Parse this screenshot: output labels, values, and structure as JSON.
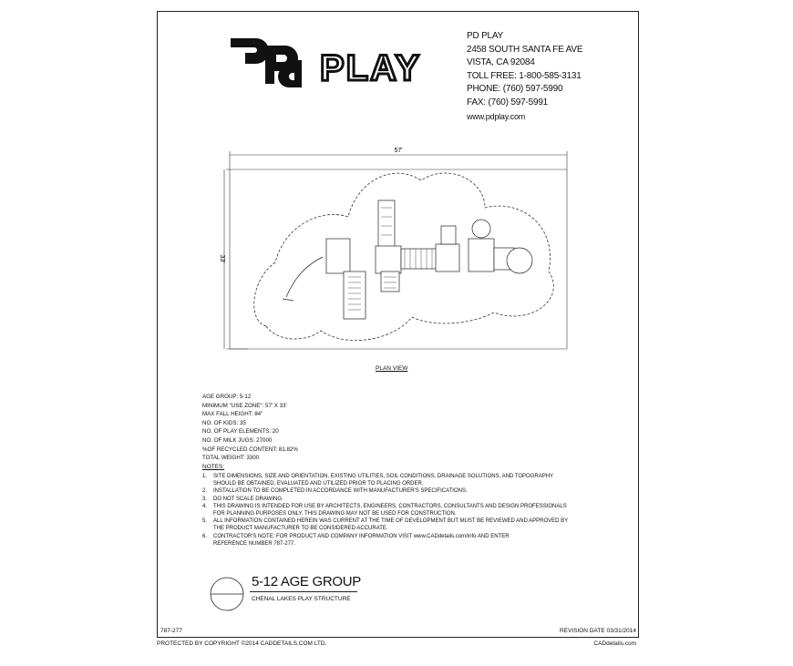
{
  "logo": {
    "text": "PLAY",
    "mark": "pd"
  },
  "company": {
    "name": "PD PLAY",
    "address": "2458 SOUTH SANTA FE AVE",
    "city": "VISTA, CA 92084",
    "tollfree": "TOLL FREE: 1-800-585-3131",
    "phone": "PHONE: (760) 597-5990",
    "fax": "FAX: (760) 597-5991",
    "web": "www.pdplay.com"
  },
  "plan": {
    "width_label": "57'",
    "depth_label": "33'",
    "title": "PLAN VIEW"
  },
  "specs": [
    "AGE GROUP: 5-12",
    "MINIMUM \"USE ZONE\": 57' X 33'",
    "MAX FALL HEIGHT: 84\"",
    "NO. OF KIDS: 35",
    "NO. OF PLAY ELEMENTS: 20",
    "NO. OF MILK JUGS: 27000",
    "%OF RECYCLED CONTENT: 81.82%",
    "TOTAL WEIGHT: 3300"
  ],
  "notes_heading": "NOTES:",
  "notes": [
    {
      "num": "1.",
      "lines": [
        "SITE DIMENSIONS, SIZE AND ORIENTATION, EXISTING UTILITIES, SOIL CONDITIONS, DRAINAGE SOLUTIONS, AND TOPOGRAPHY",
        "SHOULD BE OBTAINED, EVALUATED AND UTILIZED PRIOR TO PLACING ORDER."
      ]
    },
    {
      "num": "2.",
      "lines": [
        "INSTALLATION TO BE COMPLETED IN ACCORDANCE WITH MANUFACTURER'S SPECIFICATIONS."
      ]
    },
    {
      "num": "3.",
      "lines": [
        "DO NOT SCALE DRAWING."
      ]
    },
    {
      "num": "4.",
      "lines": [
        "THIS DRAWING IS INTENDED FOR USE BY ARCHITECTS, ENGINEERS, CONTRACTORS, CONSULTANTS AND DESIGN PROFESSIONALS",
        "FOR PLANNING PURPOSES ONLY.  THIS DRAWING MAY NOT BE USED FOR CONSTRUCTION."
      ]
    },
    {
      "num": "5.",
      "lines": [
        "ALL INFORMATION CONTAINED HEREIN WAS CURRENT AT THE TIME OF DEVELOPMENT BUT MUST BE REVIEWED AND APPROVED BY",
        "THE PRODUCT MANUFACTURER TO BE CONSIDERED ACCURATE."
      ]
    },
    {
      "num": "6.",
      "lines": [
        "CONTRACTOR'S NOTE: FOR PRODUCT AND COMPANY INFORMATION VISIT www.CADdetails.com/info AND ENTER",
        "REFERENCE NUMBER 787-277."
      ]
    }
  ],
  "title_block": {
    "main": "5-12 AGE GROUP",
    "sub": "CHENAL LAKES PLAY STRUCTURE"
  },
  "footer": {
    "ref": "787-277",
    "revision": "REVISION DATE 03/31/2014",
    "copyright": "PROTECTED BY COPYRIGHT ©2014 CADDETAILS.COM LTD.",
    "site": "CADdetails.com"
  }
}
